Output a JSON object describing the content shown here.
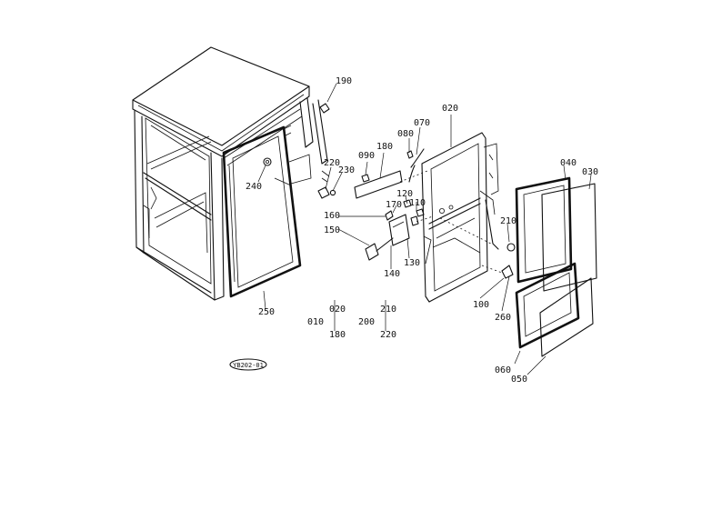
{
  "callouts": {
    "c190": "190",
    "c220": "220",
    "c230": "230",
    "c240": "240",
    "c250": "250",
    "c090": "090",
    "c180": "180",
    "c070": "070",
    "c080": "080",
    "c020": "020",
    "c120": "120",
    "c110": "110",
    "c170": "170",
    "c160": "160",
    "c150": "150",
    "c140": "140",
    "c130": "130",
    "c040": "040",
    "c030": "030",
    "c210": "210",
    "c100": "100",
    "c260": "260",
    "c060": "060",
    "c050": "050"
  },
  "assemblies": {
    "a010": {
      "label": "010",
      "top": "020",
      "bottom": "180"
    },
    "a200": {
      "label": "200",
      "top": "210",
      "bottom": "220"
    }
  },
  "drawing_code": "YB202-01"
}
